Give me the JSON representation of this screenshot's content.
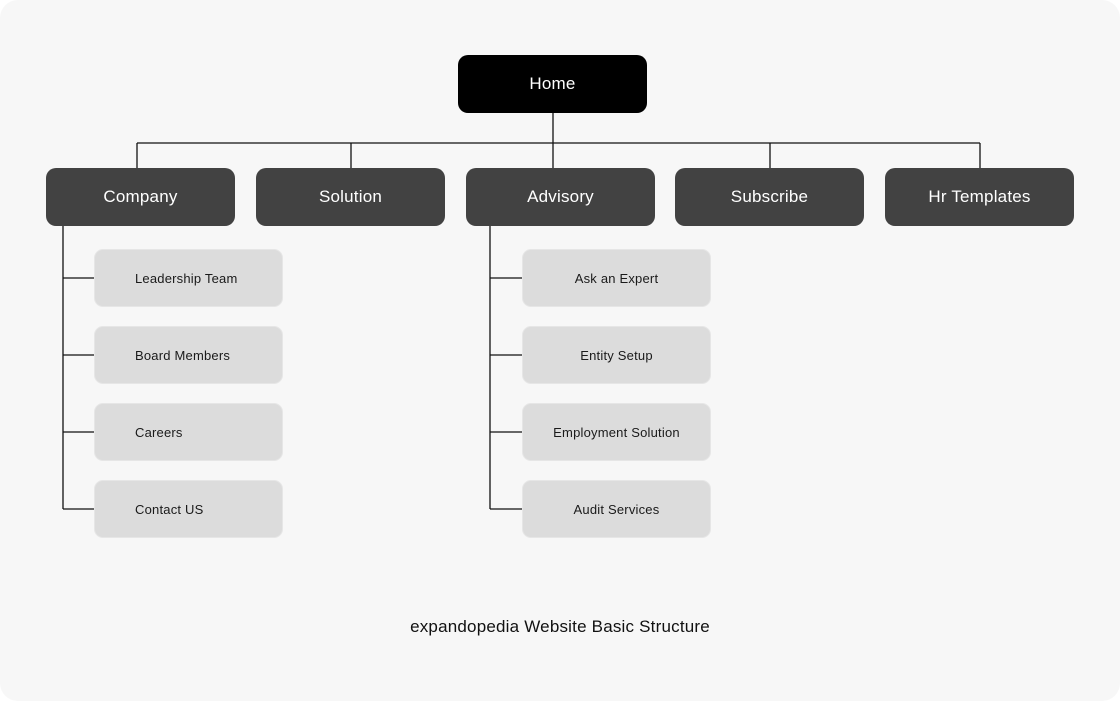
{
  "diagram": {
    "root": {
      "label": "Home"
    },
    "sections": [
      {
        "label": "Company",
        "children": [
          "Leadership Team",
          "Board Members",
          "Careers",
          "Contact US"
        ]
      },
      {
        "label": "Solution",
        "children": []
      },
      {
        "label": "Advisory",
        "children": [
          "Ask an Expert",
          "Entity Setup",
          "Employment Solution",
          "Audit Services"
        ]
      },
      {
        "label": "Subscribe",
        "children": []
      },
      {
        "label": "Hr Templates",
        "children": []
      }
    ],
    "caption": "expandopedia Website Basic Structure"
  },
  "colors": {
    "background": "#f7f7f7",
    "root_fill": "#000000",
    "section_fill": "#424242",
    "child_fill": "#dcdcdc",
    "connector": "#111111"
  }
}
